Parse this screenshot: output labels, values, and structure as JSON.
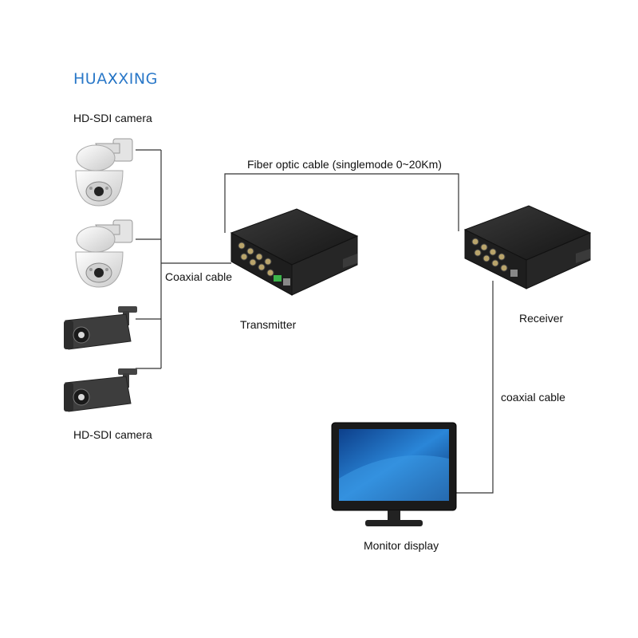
{
  "logo": {
    "text": "HUAXXING",
    "color": "#2a78c8"
  },
  "labels": {
    "camera_top": "HD-SDI camera",
    "camera_bottom": "HD-SDI camera",
    "fiber_cable": "Fiber optic cable (singlemode 0~20Km)",
    "coaxial_cable_left": "Coaxial cable",
    "transmitter": "Transmitter",
    "receiver": "Receiver",
    "coaxial_cable_right": "coaxial cable",
    "monitor": "Monitor display"
  },
  "icons": {
    "cameras": [
      "ptz-dome-camera-icon",
      "ptz-dome-camera-icon",
      "bullet-camera-icon",
      "bullet-camera-icon"
    ],
    "devices": [
      "transmitter-box-icon",
      "receiver-box-icon",
      "monitor-icon"
    ]
  },
  "colors": {
    "line": "#333333",
    "device_body": "#2b2b2b",
    "screen": "#1f6fc0"
  }
}
